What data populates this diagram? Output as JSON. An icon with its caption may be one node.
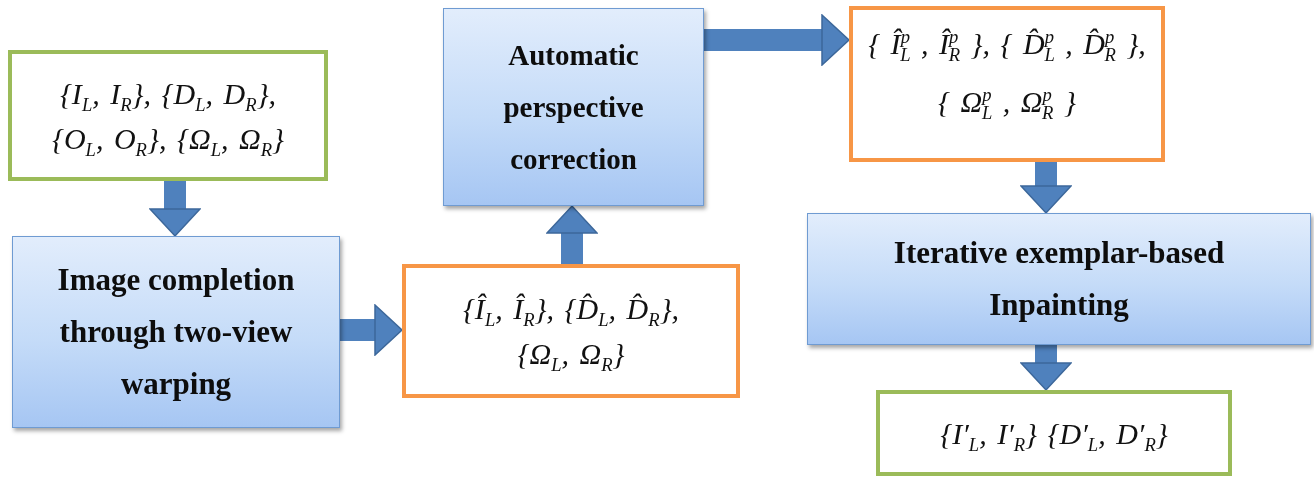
{
  "diagram": {
    "nodes": [
      {
        "text": [
          "{I$_{L}$, I$_{R}$}, {D$_{L}$, D$_{R}$}, {O$_{L}$, O$_{R}$}, {Ω$_{L}$, Ω$_{R}$}"
        ]
      },
      {
        "text": [
          "Image completion through two-view warping"
        ]
      },
      {
        "text": [
          "{Î$_{L}$, Î$_{R}$}, {D̂$_{L}$, D̂$_{R}$}, {Ω$_{L}$, Ω$_{R}$}"
        ]
      },
      {
        "text": [
          "Automatic perspective correction"
        ]
      },
      {
        "text": [
          "{ Î$^{p}$$_{L}$ , Î$^{p}$$_{R}$ }, { D̂$^{p}$$_{L}$ , D̂$^{p}$$_{R}$ }, { Ω$^{p}$$_{L}$ , Ω$^{p}$$_{R}$ }"
        ]
      },
      {
        "text": [
          "Iterative exemplar-based Inpainting"
        ]
      },
      {
        "text": [
          "{I′$_{L}$, I′$_{R}$} {D′$_{L}$, D′$_{R}$}"
        ]
      }
    ],
    "edges": [
      {
        "from": 0,
        "to": 1,
        "arrow": "to"
      },
      {
        "from": 1,
        "to": 2,
        "arrow": "to"
      },
      {
        "from": 2,
        "to": 3,
        "arrow": "to"
      },
      {
        "from": 3,
        "to": 4,
        "arrow": "to"
      },
      {
        "from": 4,
        "to": 5,
        "arrow": "to"
      },
      {
        "from": 5,
        "to": 6,
        "arrow": "to"
      }
    ]
  }
}
